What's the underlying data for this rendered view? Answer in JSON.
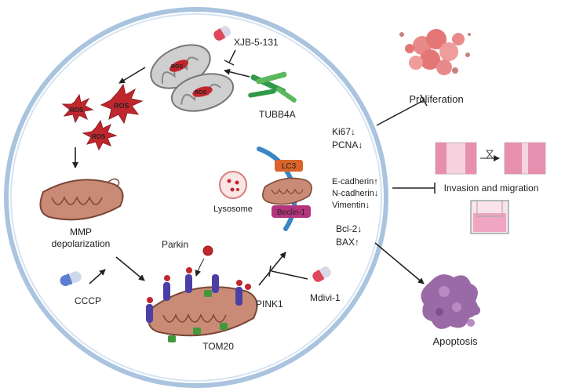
{
  "labels": {
    "xjb": "XJB-5-131",
    "tubb4a": "TUBB4A",
    "ros": "ROS",
    "mmp_line1": "MMP",
    "mmp_line2": "depolarization",
    "cccp": "CCCP",
    "parkin": "Parkin",
    "pink1": "PINK1",
    "tom20": "TOM20",
    "mdivi": "Mdivi-1",
    "lysosome": "Lysosome",
    "lc3": "LC3",
    "beclin": "Beclin-1",
    "ki67": "Ki67↓",
    "pcna": "PCNA↓",
    "ecad": "E-cadherin↑",
    "ncad": "N-cadherin↓",
    "vim": "Vimentin↓",
    "bcl2": "Bcl-2↓",
    "bax": "BAX↑",
    "proliferation": "Proliferation",
    "invasion": "Invasion and migration",
    "apoptosis": "Apoptosis"
  },
  "colors": {
    "cell_membrane": "#a9c3de",
    "ros_red": "#c0272d",
    "mito_fill": "#c98a76",
    "phagophore": "#3b86c4",
    "lc3_orange": "#d9652a",
    "beclin_magenta": "#b4347d",
    "parkin_red": "#c0272d",
    "pink1_purple": "#4b3fa6",
    "tom20_green": "#3f9a3a",
    "tubb4a_green": "#2f9a4a",
    "apoptosis_purple": "#9a6aa6",
    "proliferation_pink": "#e88a8a"
  }
}
